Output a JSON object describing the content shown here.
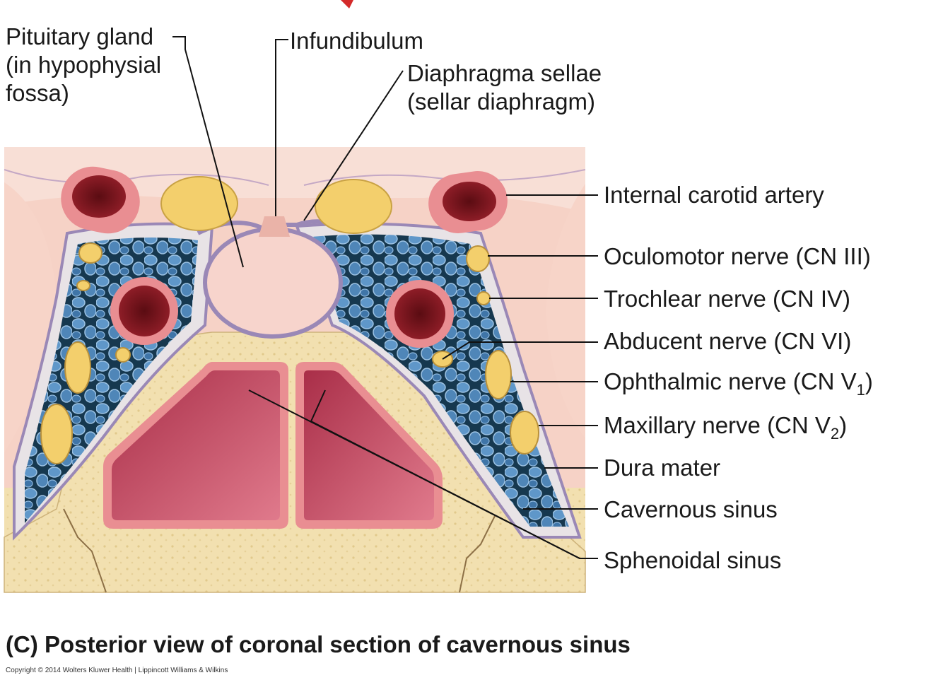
{
  "labels": {
    "pituitary_gland": [
      "Pituitary gland",
      "(in hypophysial",
      "fossa)"
    ],
    "infundibulum": "Infundibulum",
    "diaphragma_sellae": [
      "Diaphragma sellae",
      "(sellar diaphragm)"
    ],
    "internal_carotid_artery": "Internal carotid artery",
    "oculomotor_nerve": "Oculomotor nerve (CN III)",
    "trochlear_nerve": "Trochlear nerve (CN IV)",
    "abducent_nerve": "Abducent nerve (CN VI)",
    "ophthalmic_nerve": {
      "text": "Ophthalmic nerve (CN V",
      "sub": "1",
      "tail": ")"
    },
    "maxillary_nerve": {
      "text": "Maxillary nerve (CN V",
      "sub": "2",
      "tail": ")"
    },
    "dura_mater": "Dura mater",
    "cavernous_sinus": "Cavernous sinus",
    "sphenoidal_sinus": "Sphenoidal sinus"
  },
  "caption": "(C) Posterior view of coronal section of cavernous sinus",
  "copyright": "Copyright © 2014 Wolters Kluwer Health | Lippincott Williams & Wilkins",
  "colors": {
    "background_tissue": "#f6d2c6",
    "bone": "#f2e0b0",
    "dura": "#e9e4e6",
    "venous_blue": "#4f86b8",
    "artery_red": "#b4323c",
    "artery_rim": "#e98e92",
    "nerve_yellow": "#f3cf6c",
    "sinus_red": "#c8465c",
    "pituitary": "#f7d4cc",
    "leader_line": "#111111"
  }
}
